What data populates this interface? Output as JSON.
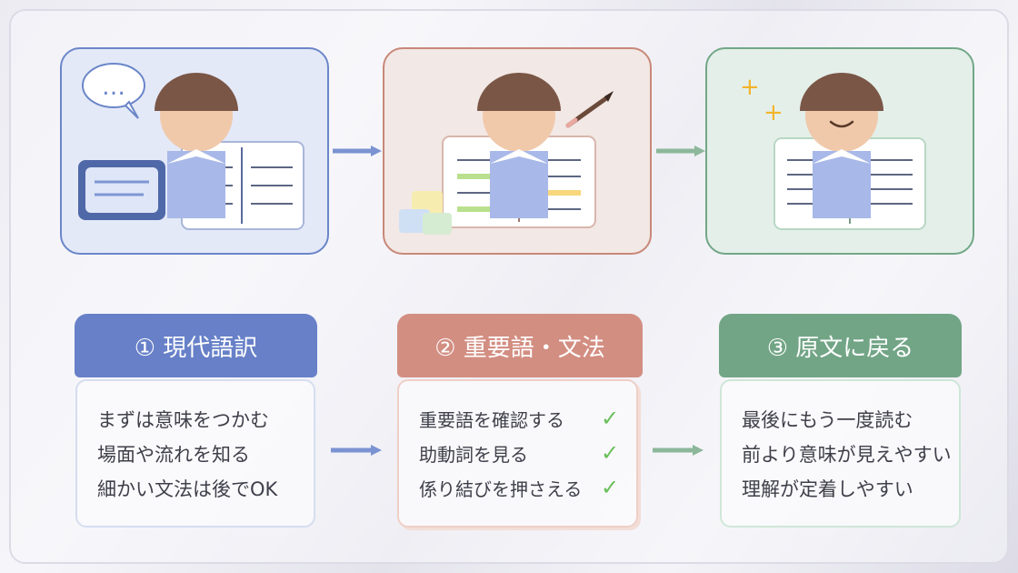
{
  "steps": [
    {
      "title": "① 現代語訳",
      "lines": [
        "まずは意味をつかむ",
        "場面や流れを知る",
        "細かい文法は後でOK"
      ],
      "bubble_text": "…",
      "color": "#6780c8"
    },
    {
      "title": "② 重要語・文法",
      "lines": [
        "重要語を確認する",
        "助動詞を見る",
        "係り結びを押さえる"
      ],
      "check_mark": "✓",
      "color": "#d38e82"
    },
    {
      "title": "③ 原文に戻る",
      "lines": [
        "最後にもう一度読む",
        "前より意味が見えやすい",
        "理解が定着しやすい"
      ],
      "sparkles": [
        "+",
        "+"
      ],
      "color": "#72a586"
    }
  ],
  "colors": {
    "blue": "#6780c8",
    "rose": "#d38e82",
    "green": "#72a586",
    "hair": "#7a5646",
    "skin": "#f0c9ab",
    "shirt": "#a8b8e8",
    "check": "#6abf5a",
    "sparkle": "#f2b52a"
  }
}
